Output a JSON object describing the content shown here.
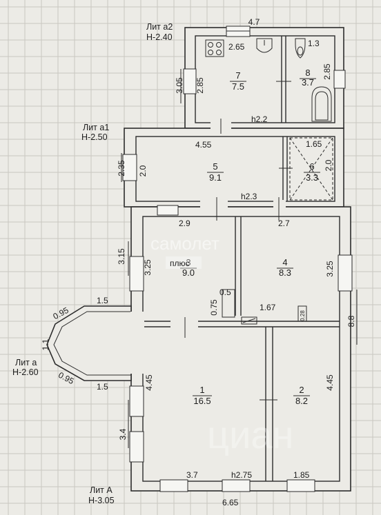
{
  "labels": {
    "lit_a2": "Лит а2",
    "h_a2": "Н-2.40",
    "lit_a1": "Лит а1",
    "h_a1": "Н-2.50",
    "lit_a": "Лит а",
    "h_a": "Н-2.60",
    "lit_A": "Лит А",
    "h_A": "Н-3.05"
  },
  "rooms": [
    {
      "number": "7",
      "area": "7.5"
    },
    {
      "number": "8",
      "area": "3.7"
    },
    {
      "number": "5",
      "area": "9.1"
    },
    {
      "number": "6",
      "area": "3.3"
    },
    {
      "number": "3",
      "area": "9.0"
    },
    {
      "number": "4",
      "area": "8.3"
    },
    {
      "number": "1",
      "area": "16.5"
    },
    {
      "number": "2",
      "area": "8.2"
    }
  ],
  "dimensions": {
    "d_4_7": "4.7",
    "d_2_65": "2.65",
    "d_1_3": "1.3",
    "d_3_05": "3.05",
    "d_2_85a": "2.85",
    "d_2_85b": "2.85",
    "h_2_2": "h2.2",
    "d_4_55": "4.55",
    "d_1_65": "1.65",
    "d_2_35": "2.35",
    "d_2_0a": "2.0",
    "d_2_0b": "2.0",
    "h_2_3": "h2.3",
    "d_2_9": "2.9",
    "d_2_7": "2.7",
    "d_3_15": "3.15",
    "d_3_25a": "3.25",
    "d_3_25b": "3.25",
    "d_0_5": "0.5",
    "d_0_75": "0.75",
    "d_1_67": "1.67",
    "d_0_28": "0.28",
    "d_8_8": "8.8",
    "d_0_95a": "0.95",
    "d_1_5a": "1.5",
    "d_1_1": "1.1",
    "d_0_95b": "0.95",
    "d_1_5b": "1.5",
    "d_4_45a": "4.45",
    "d_4_45b": "4.45",
    "d_3_4": "3.4",
    "d_3_7": "3.7",
    "h_2_75": "h2.75",
    "d_1_85": "1.85",
    "d_6_65": "6.65"
  },
  "watermarks": {
    "brand_top": "самолет",
    "brand_top_sub": "плюс",
    "brand_bottom": "циан"
  }
}
